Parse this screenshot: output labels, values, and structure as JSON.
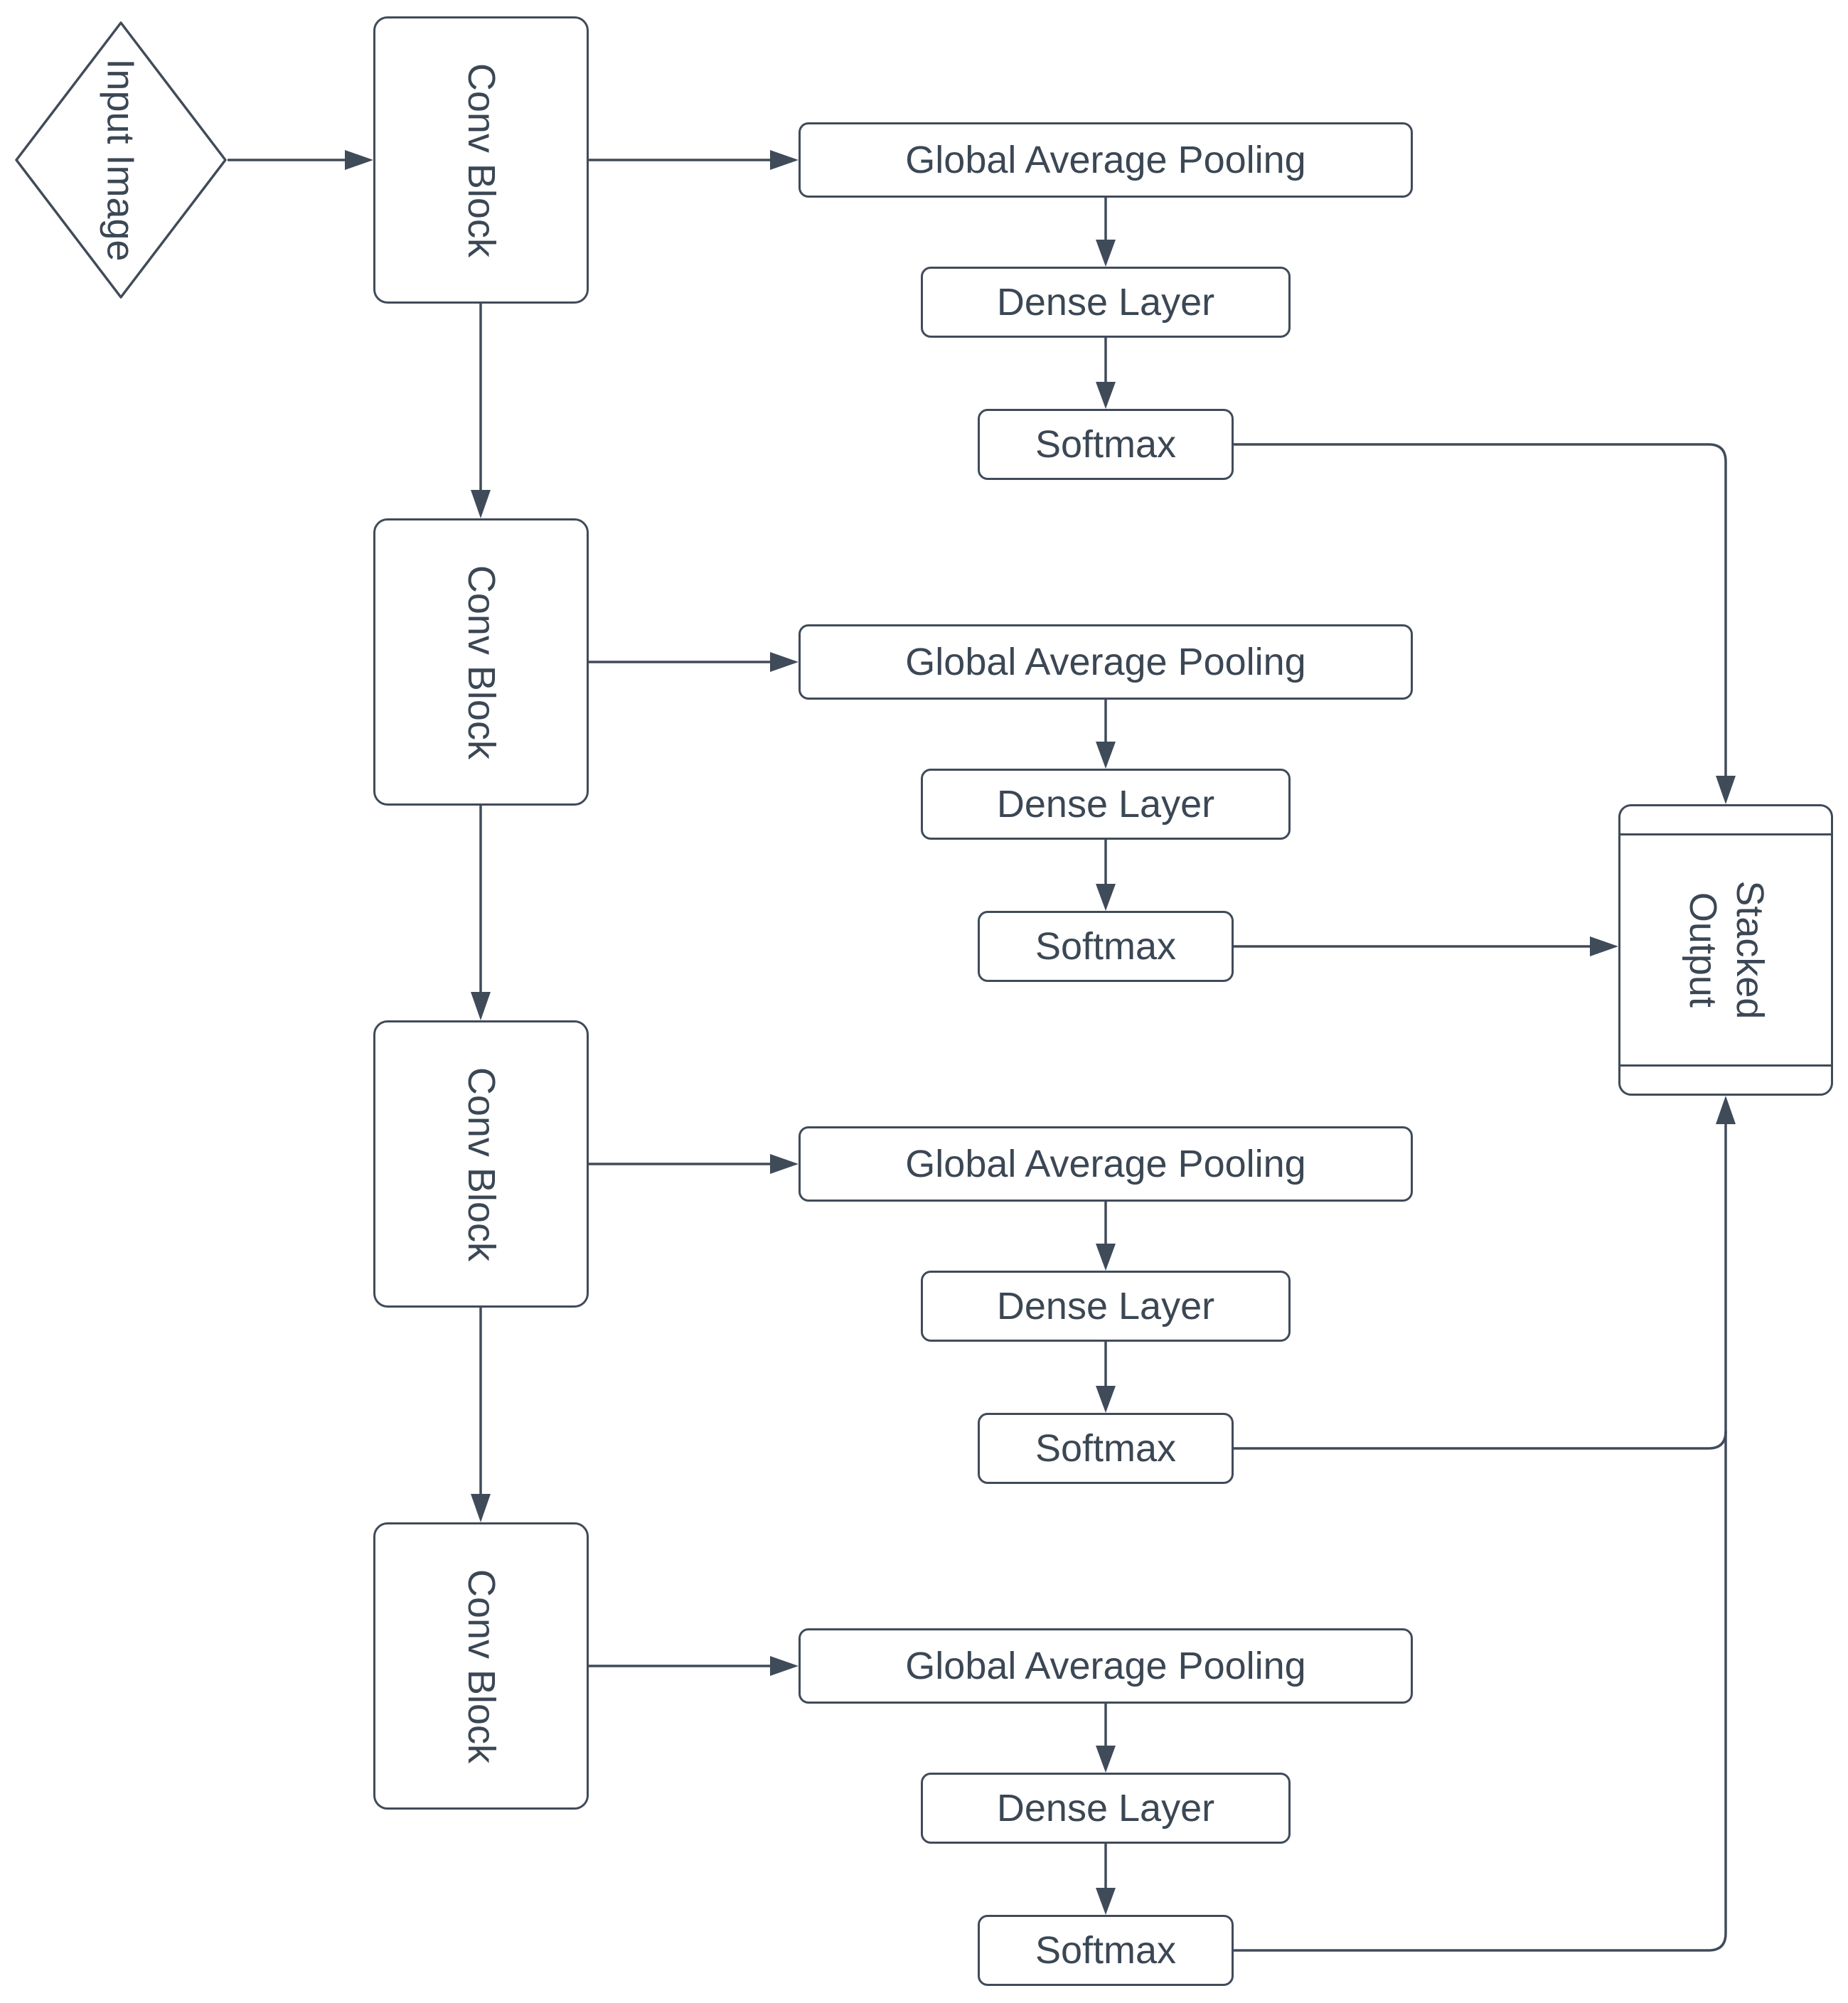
{
  "diagram": {
    "colors": {
      "stroke": "#404b59",
      "text": "#3b4754",
      "background": "#ffffff"
    },
    "input": {
      "label": "Input Image"
    },
    "output": {
      "label": "Stacked Output"
    },
    "rows": [
      {
        "conv": "Conv Block",
        "gap": "Global Average Pooling",
        "dense": "Dense Layer",
        "softmax": "Softmax"
      },
      {
        "conv": "Conv Block",
        "gap": "Global Average Pooling",
        "dense": "Dense Layer",
        "softmax": "Softmax"
      },
      {
        "conv": "Conv Block",
        "gap": "Global Average Pooling",
        "dense": "Dense Layer",
        "softmax": "Softmax"
      },
      {
        "conv": "Conv Block",
        "gap": "Global Average Pooling",
        "dense": "Dense Layer",
        "softmax": "Softmax"
      }
    ]
  }
}
